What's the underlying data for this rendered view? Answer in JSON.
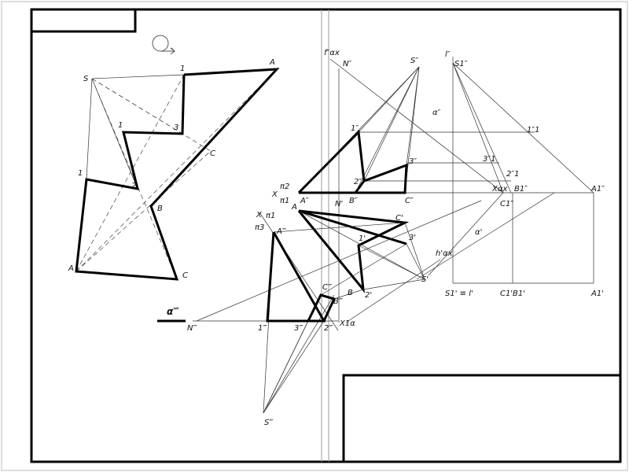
{
  "labels": {
    "left": {
      "S": "S",
      "A_top": "A",
      "one_a": "1",
      "one_b": "1",
      "one_c": "1",
      "three": "3",
      "C_mid": "C",
      "two": "2",
      "B": "B",
      "A_bot": "A",
      "C_bot": "C"
    },
    "front": {
      "f0a": "f″αx",
      "N2": "N″",
      "S2": "S″",
      "one2": "1″",
      "alpha2": "α″",
      "three2": "3″",
      "two2": "2″",
      "A2": "A″",
      "N1": "N'",
      "B2": "B″",
      "C2": "C″"
    },
    "axis": {
      "x": "X",
      "pi2": "π2",
      "pi1": "π1",
      "x1": "X",
      "pi1b": "π1",
      "pi3": "π3",
      "x_alpha": "Xαx",
      "x1_alpha": "X1α"
    },
    "top": {
      "C1p": "C'",
      "three1": "3'",
      "one1": "1'",
      "A1": "A",
      "S1": "S'",
      "two1": "2'",
      "B1": "B",
      "h0a": "h'αx",
      "alpha1": "α'"
    },
    "aux": {
      "Am": "A‴",
      "Cm": "C‴",
      "Bm": "B‴",
      "one_m": "1‴",
      "three_m": "3‴",
      "two_m": "2‴",
      "Nm": "N‴",
      "Sm": "S‴",
      "alpha_m": "α‴"
    },
    "right": {
      "l2": "l″",
      "S12": "S1″",
      "one12": "1″1",
      "three12": "3″1",
      "two12": "2″1",
      "B12": "B1″",
      "C12": "C1″",
      "A12": "A1″",
      "S11": "S1' ≡ l'",
      "C11": "C1'",
      "B11": "B1'",
      "A11": "A1'"
    }
  }
}
